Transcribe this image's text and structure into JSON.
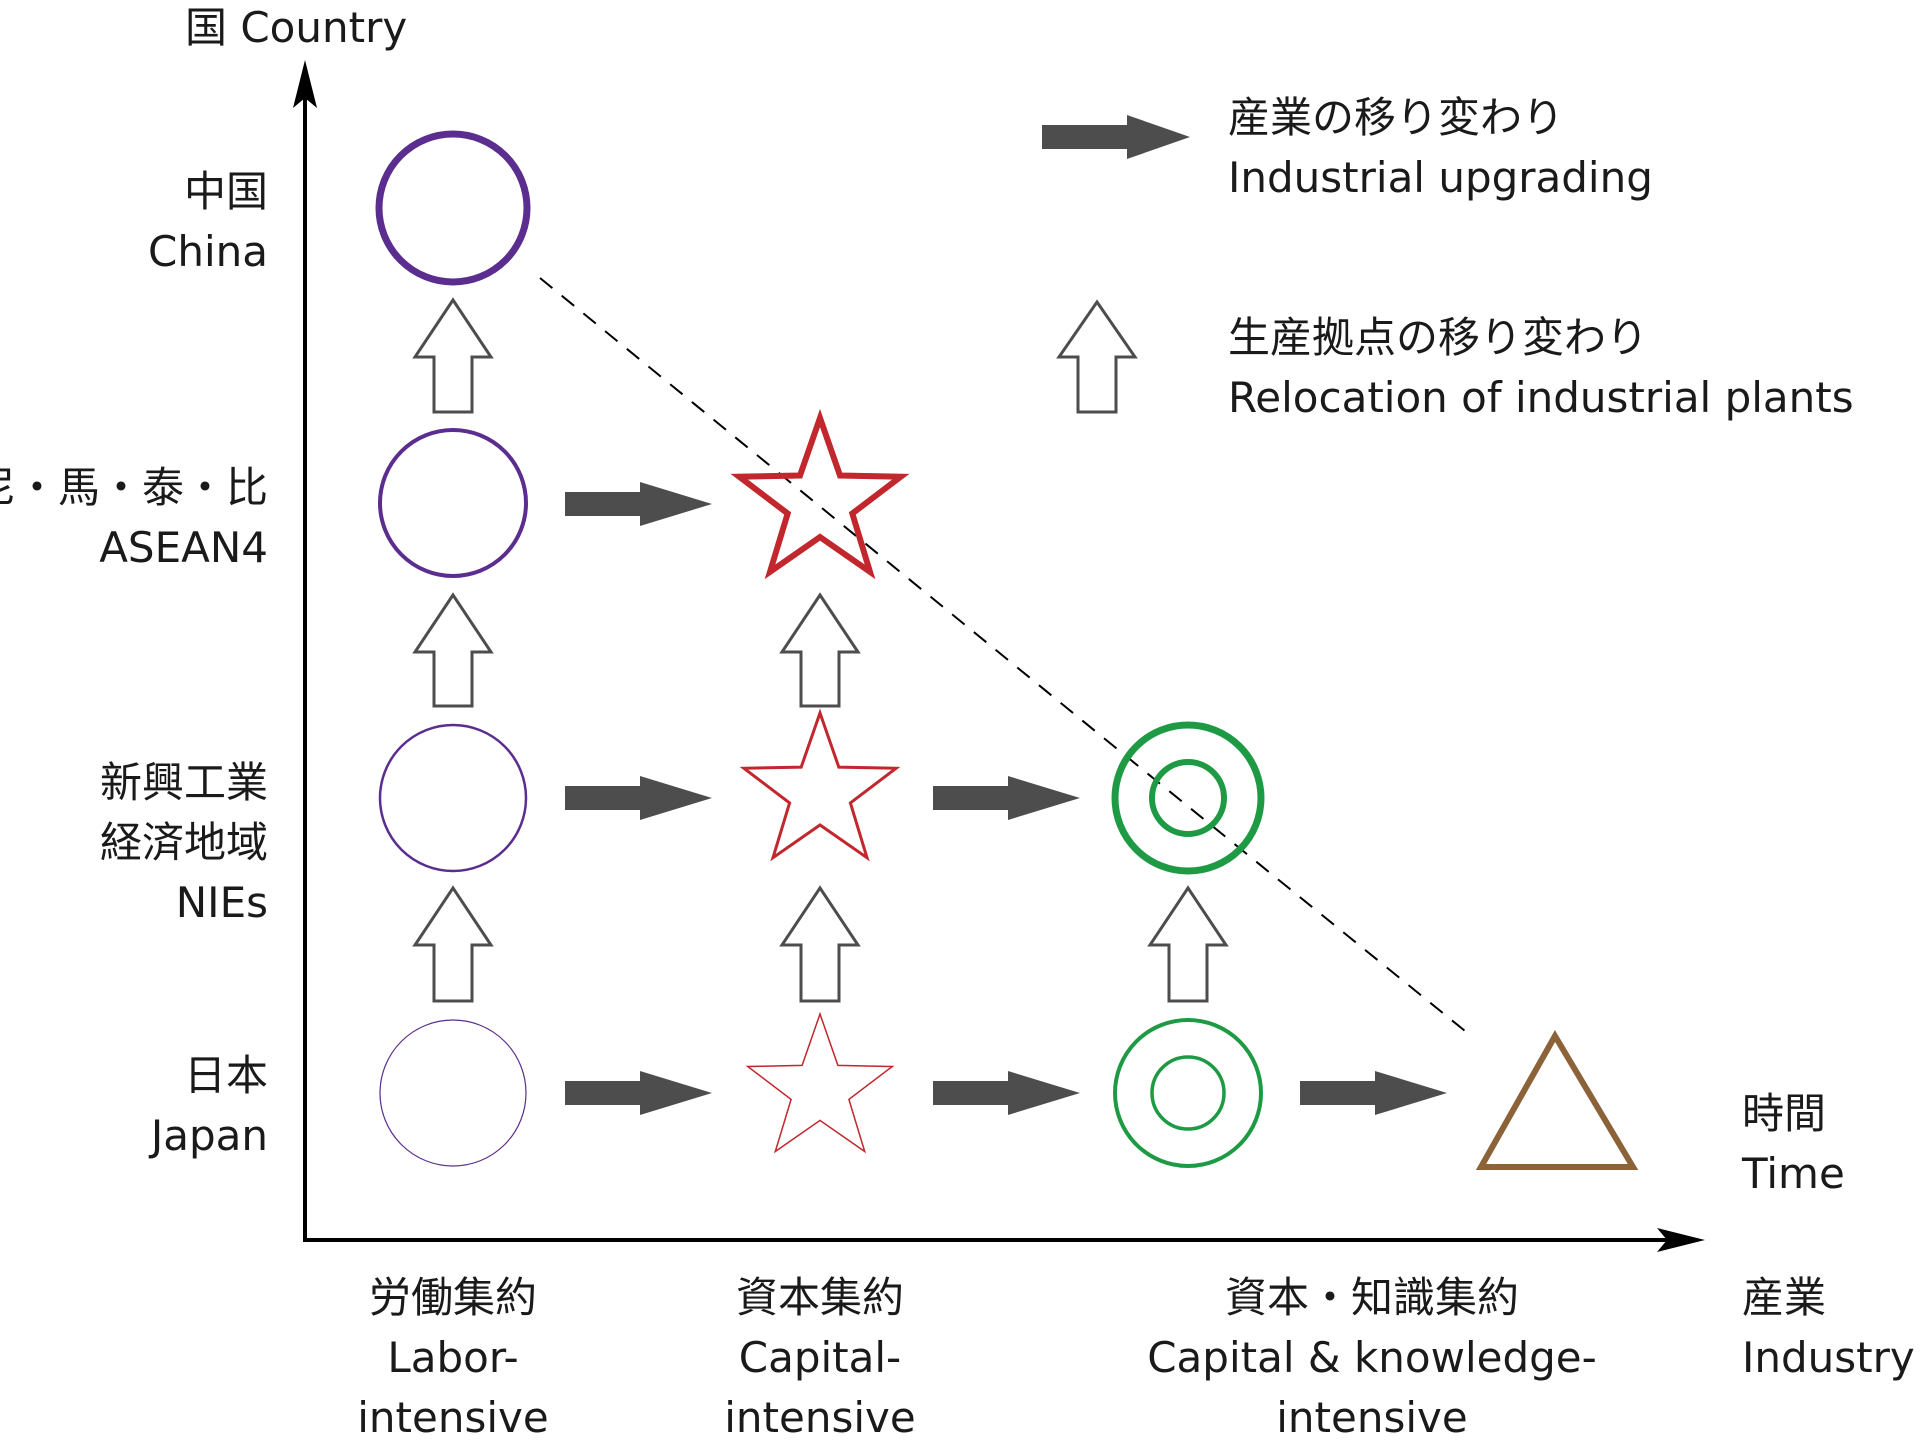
{
  "axes": {
    "y_title": "国 Country",
    "x_title_jp": "産業",
    "x_title_en": "Industry",
    "time_jp": "時間",
    "time_en": "Time"
  },
  "rows": [
    {
      "jp": "中国",
      "en": "China"
    },
    {
      "jp": "尼・馬・泰・比",
      "en": "ASEAN4"
    },
    {
      "jp1": "新興工業",
      "jp2": "経済地域",
      "en": "NIEs"
    },
    {
      "jp": "日本",
      "en": "Japan"
    }
  ],
  "columns": [
    {
      "jp": "労働集約",
      "en1": "Labor-",
      "en2": "intensive"
    },
    {
      "jp": "資本集約",
      "en1": "Capital-",
      "en2": "intensive"
    },
    {
      "jp": "資本・知識集約",
      "en1": "Capital & knowledge-",
      "en2": "intensive"
    }
  ],
  "legend": {
    "upgrade_jp": "産業の移り変わり",
    "upgrade_en": "Industrial upgrading",
    "relocation_jp": "生産拠点の移り変わり",
    "relocation_en": "Relocation of industrial plants"
  },
  "colors": {
    "labor": "#5b2d8e",
    "capital": "#c1272d",
    "knowledge": "#1e9a45",
    "next": "#8c6239",
    "arrow": "#4d4d4d"
  },
  "icons": {
    "labor": "circle-icon",
    "capital": "star-icon",
    "knowledge": "double-circle-icon",
    "next": "triangle-icon",
    "upgrade": "filled-right-arrow-icon",
    "relocation": "hollow-up-arrow-icon"
  }
}
